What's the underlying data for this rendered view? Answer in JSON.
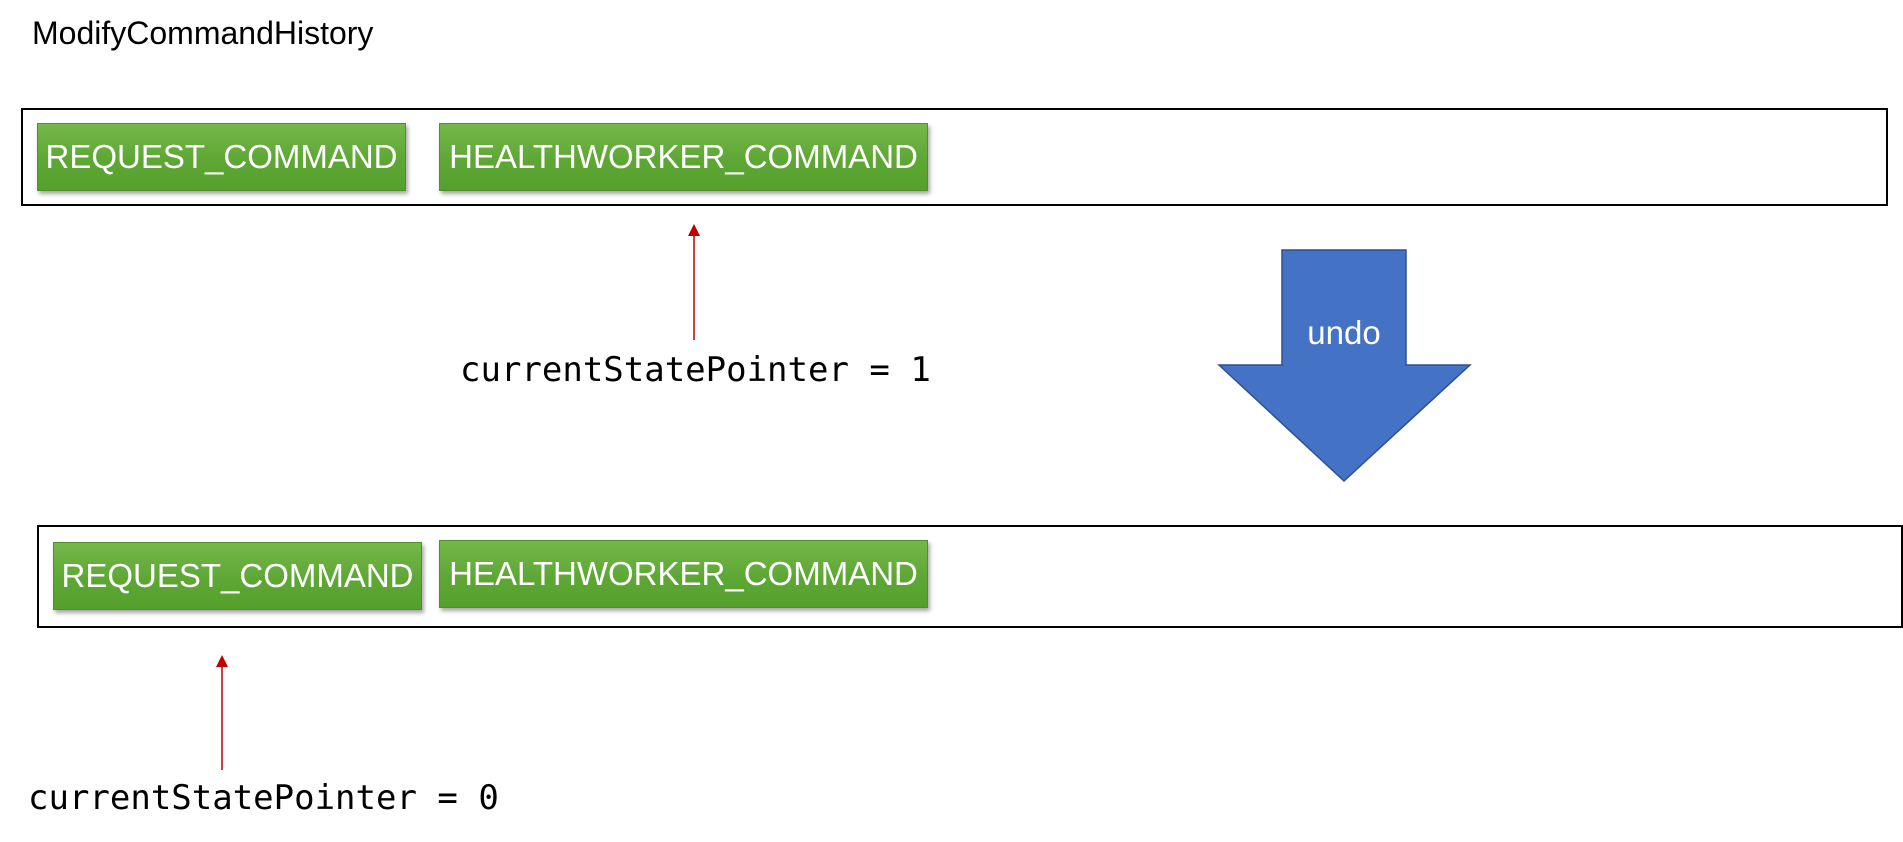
{
  "title": "ModifyCommandHistory",
  "before": {
    "commands": [
      "REQUEST_COMMAND",
      "HEALTHWORKER_COMMAND"
    ],
    "pointer_label": "currentStatePointer = 1"
  },
  "transition": {
    "label": "undo"
  },
  "after": {
    "commands": [
      "REQUEST_COMMAND",
      "HEALTHWORKER_COMMAND"
    ],
    "pointer_label": "currentStatePointer = 0"
  },
  "colors": {
    "command_box": "#5ea735",
    "arrow_fill": "#4472c4",
    "pointer_arrow": "#c00000",
    "border": "#000000"
  }
}
